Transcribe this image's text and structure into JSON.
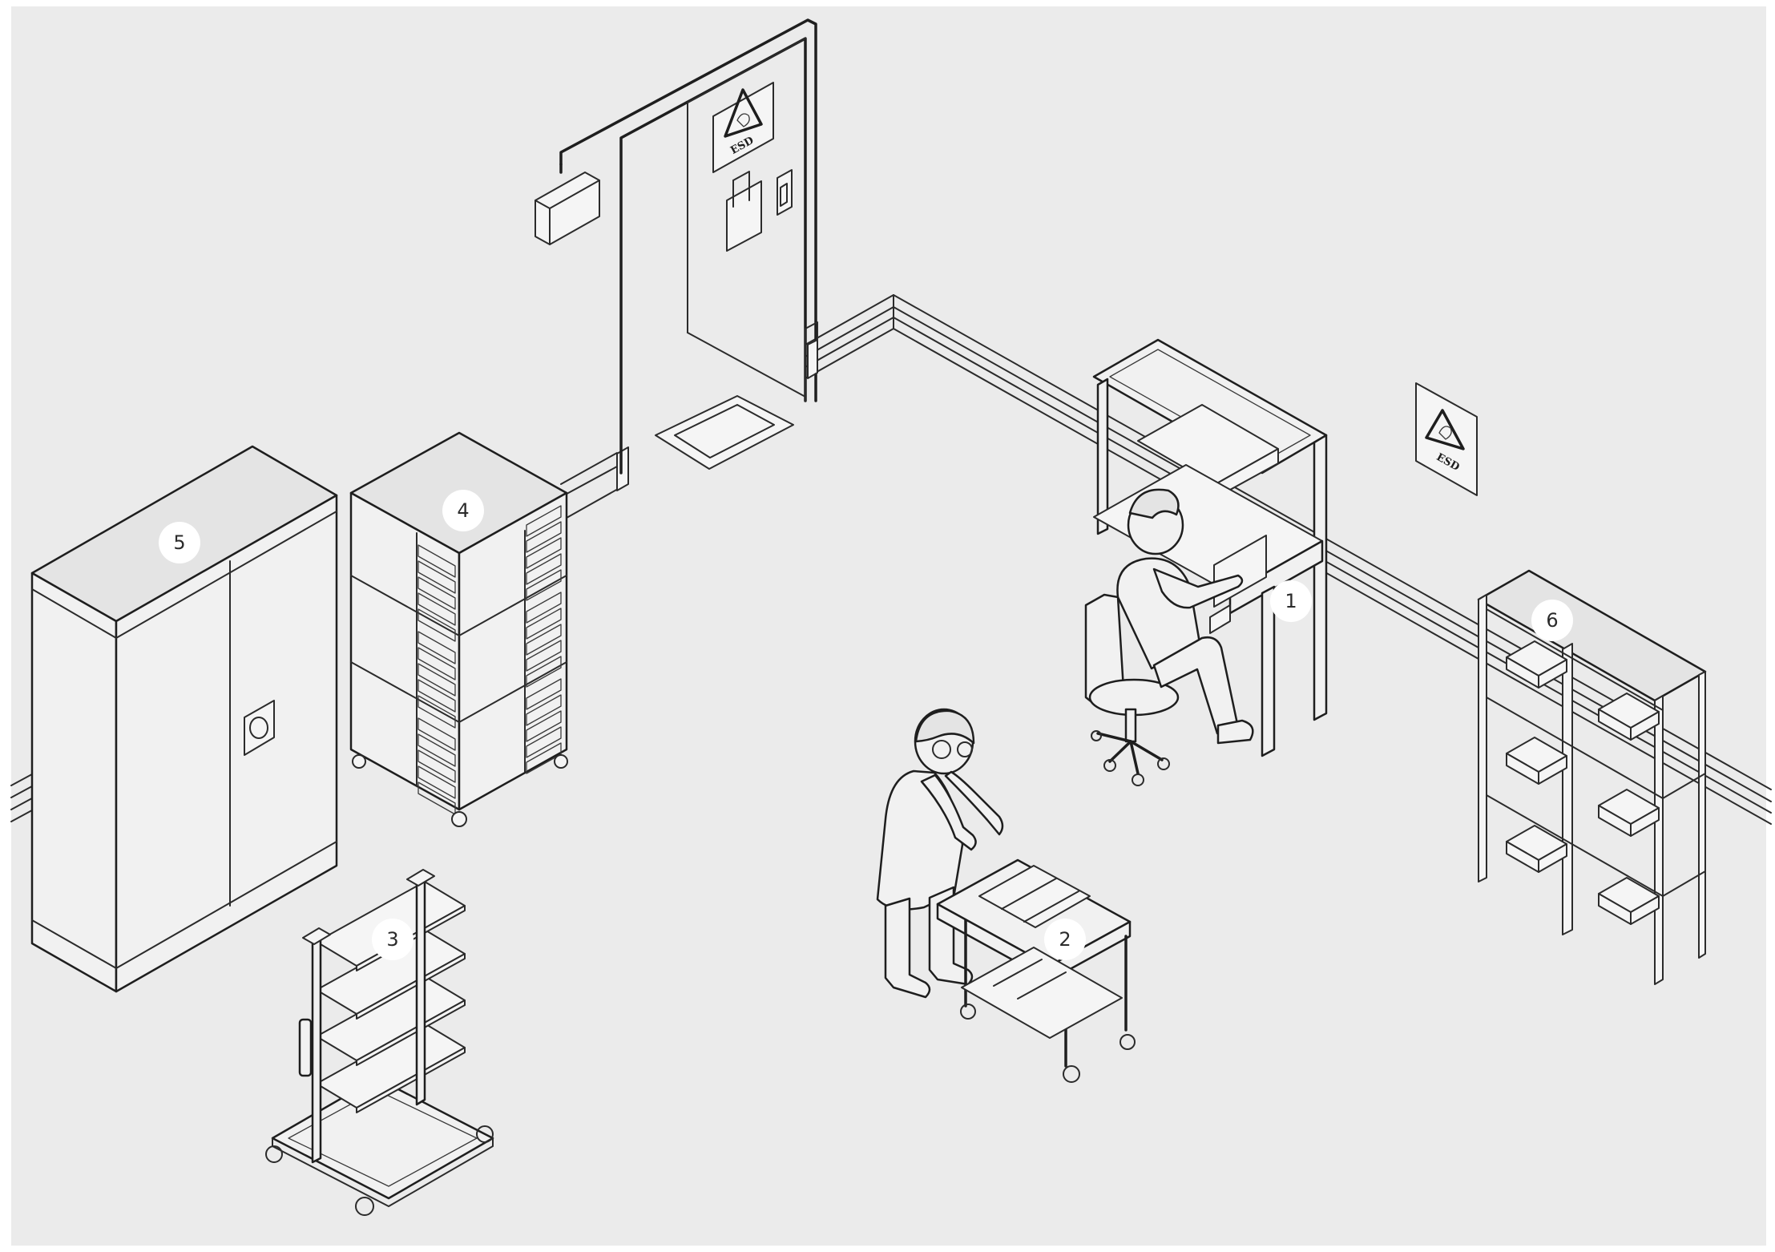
{
  "colors": {
    "background": "#ebebeb",
    "outline": "#1e1e1e",
    "surface": "#f1f1f1",
    "marker_fill": "#ffffff"
  },
  "esd_sign": {
    "label": "ESD"
  },
  "markers": [
    {
      "label": "1"
    },
    {
      "label": "2"
    },
    {
      "label": "3"
    },
    {
      "label": "4"
    },
    {
      "label": "5"
    },
    {
      "label": "6"
    }
  ]
}
